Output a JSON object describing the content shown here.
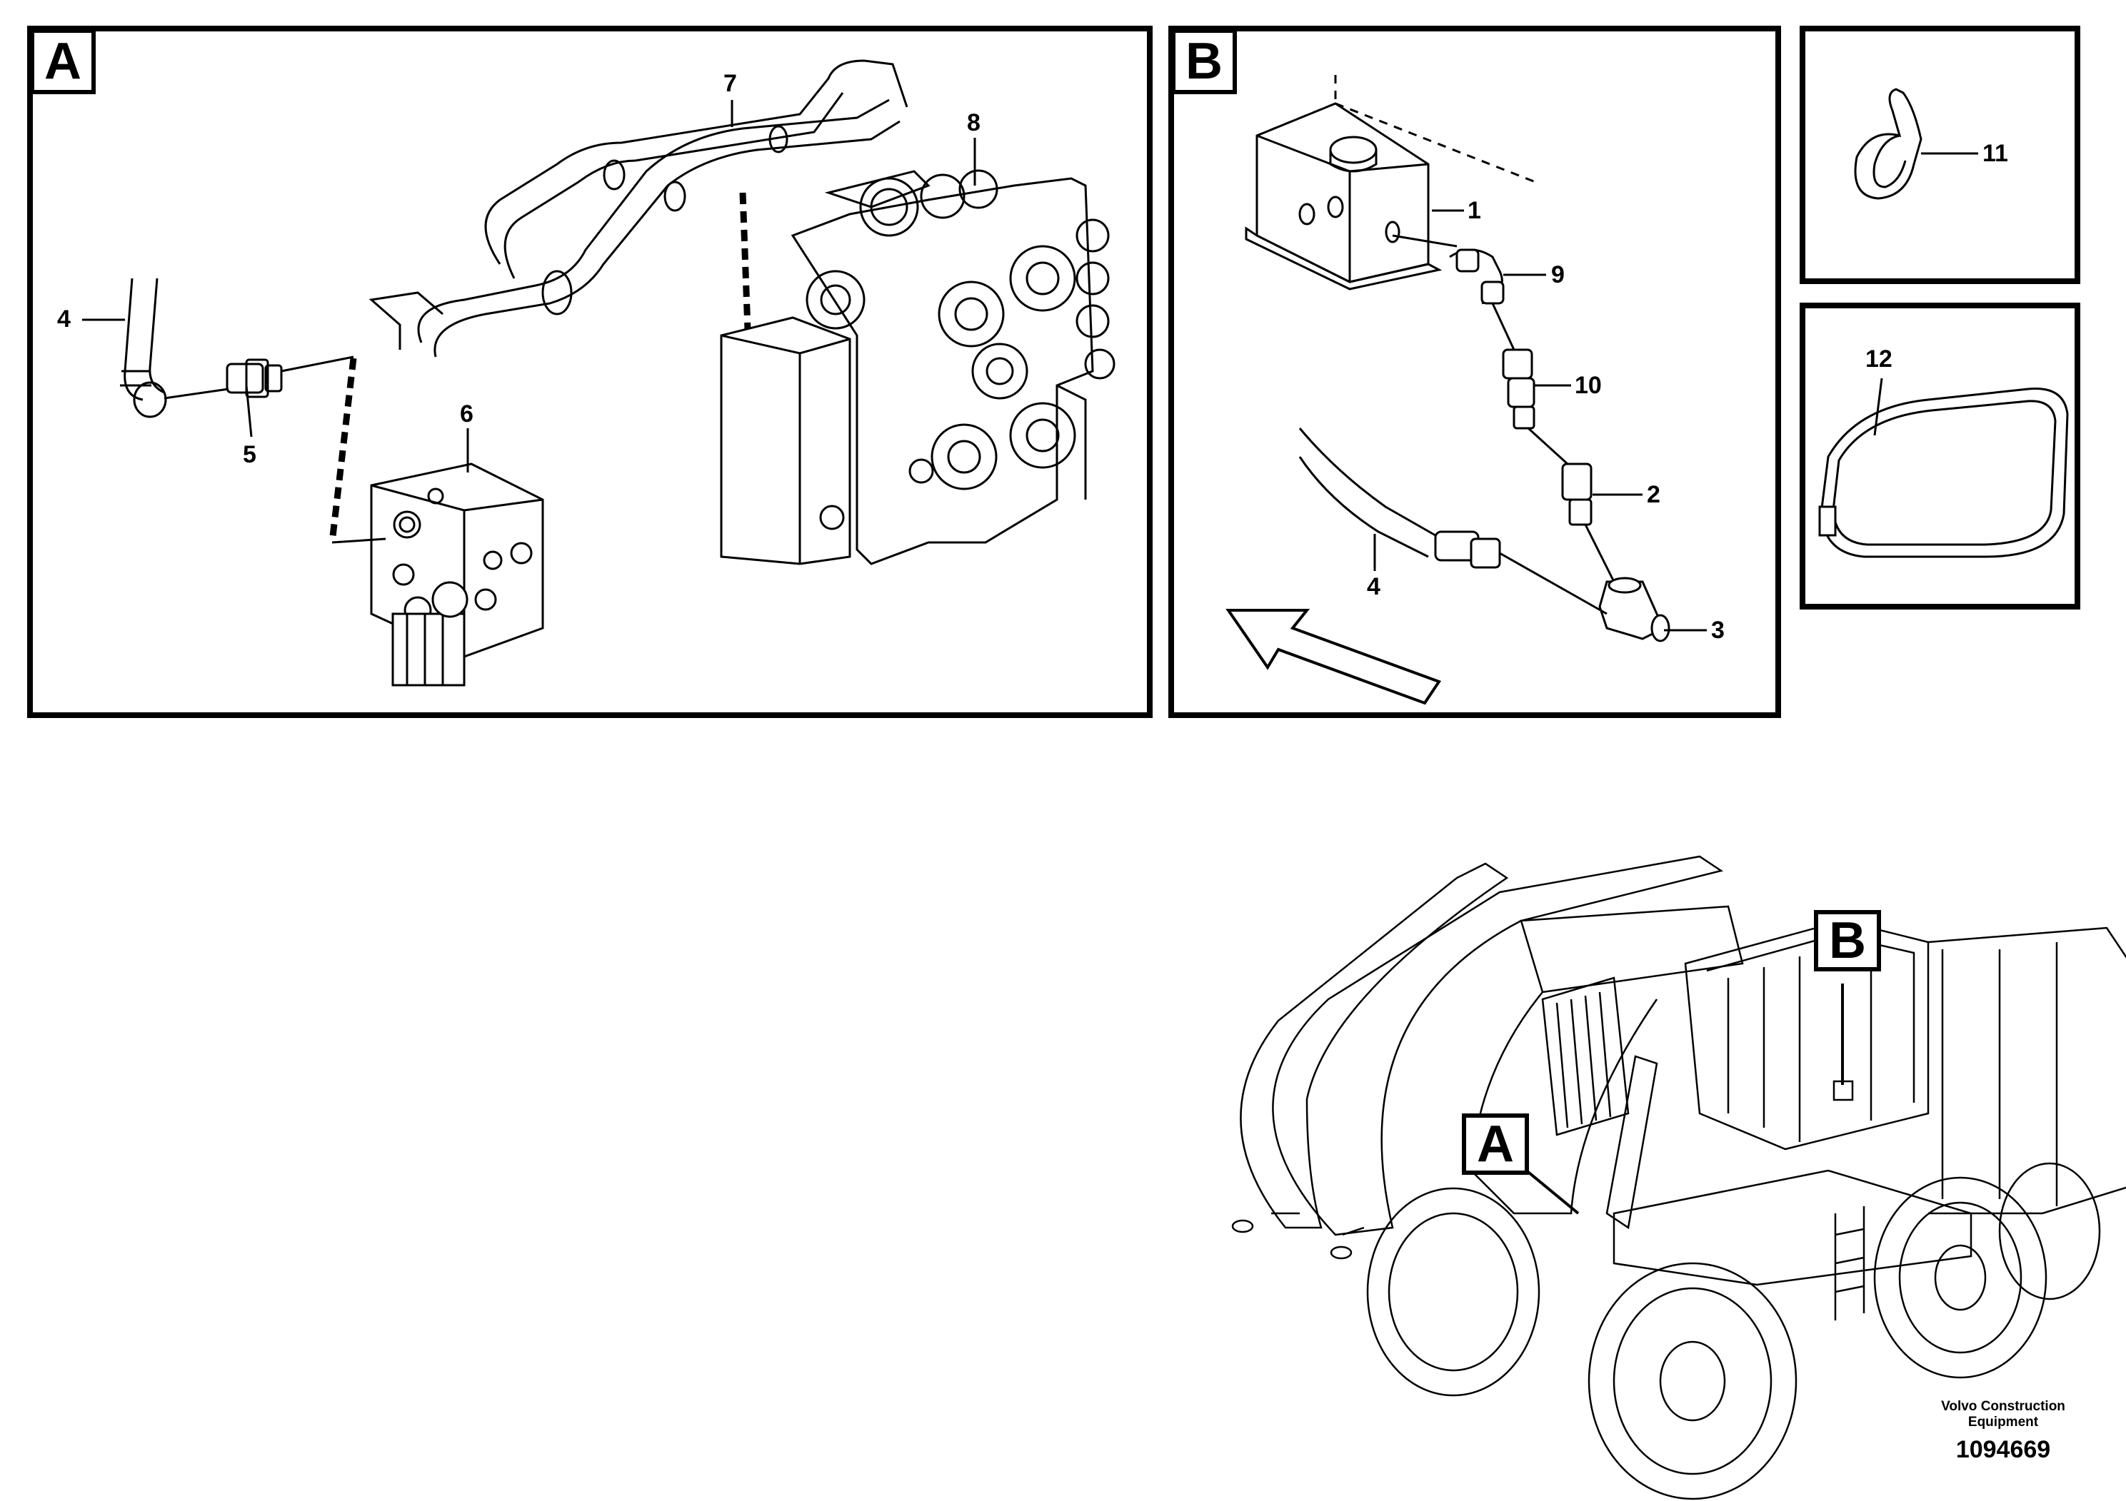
{
  "panels": {
    "a": {
      "tag": "A",
      "callouts": [
        "4",
        "5",
        "6",
        "7",
        "8"
      ]
    },
    "b": {
      "tag": "B",
      "callouts": [
        "1",
        "9",
        "10",
        "2",
        "4",
        "3"
      ]
    },
    "c": {
      "callouts": [
        "11"
      ]
    },
    "d": {
      "callouts": [
        "12"
      ]
    }
  },
  "overview": {
    "tag_a": "A",
    "tag_b": "B"
  },
  "footer": {
    "company": "Volvo Construction",
    "company_line2": "Equipment",
    "drawing_number": "1094669"
  }
}
